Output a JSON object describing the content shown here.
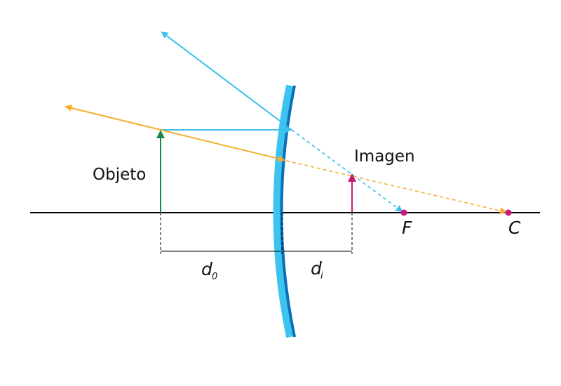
{
  "labels": {
    "object": "Objeto",
    "image": "Imagen",
    "focal_point": "F",
    "center_of_curvature": "C",
    "object_distance_symbol": "d",
    "object_distance_subscript": "0",
    "image_distance_symbol": "d",
    "image_distance_subscript": "i"
  },
  "colors": {
    "axis": "#000000",
    "mirror_light": "#3cc3ef",
    "mirror_dark": "#0a6fb9",
    "ray_parallel": "#3dbfe9",
    "ray_center": "#f6ae2d",
    "object_arrow": "#17894a",
    "image_arrow": "#c4187b",
    "points": "#c4187b"
  },
  "icons": {
    "mirror": "convex-mirror-icon",
    "object": "up-arrow-icon",
    "image": "up-arrow-icon"
  }
}
